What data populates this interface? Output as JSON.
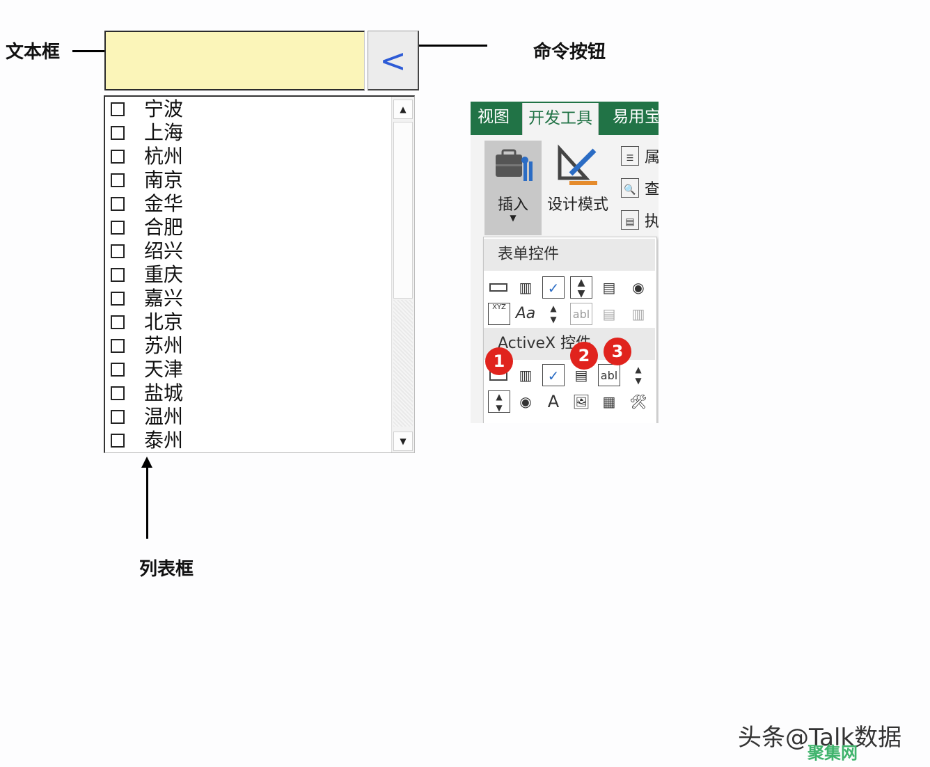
{
  "annotations": {
    "textbox_label": "文本框",
    "command_button_label": "命令按钮",
    "listbox_label": "列表框"
  },
  "command_button": {
    "glyph": "<"
  },
  "listbox": {
    "items": [
      "宁波",
      "上海",
      "杭州",
      "南京",
      "金华",
      "合肥",
      "绍兴",
      "重庆",
      "嘉兴",
      "北京",
      "苏州",
      "天津",
      "盐城",
      "温州",
      "泰州"
    ]
  },
  "ribbon": {
    "tabs": [
      "视图",
      "开发工具",
      "易用宝"
    ],
    "active_tab": "开发工具",
    "insert_label": "插入",
    "design_mode_label": "设计模式",
    "side_items": [
      "属",
      "查",
      "执"
    ],
    "form_controls_title": "表单控件",
    "activex_title": "ActiveX 控件",
    "accent_color": "#217346"
  },
  "badges": [
    "1",
    "2",
    "3"
  ],
  "watermark": {
    "text": "头条@Talk数据",
    "site": "聚集网"
  }
}
